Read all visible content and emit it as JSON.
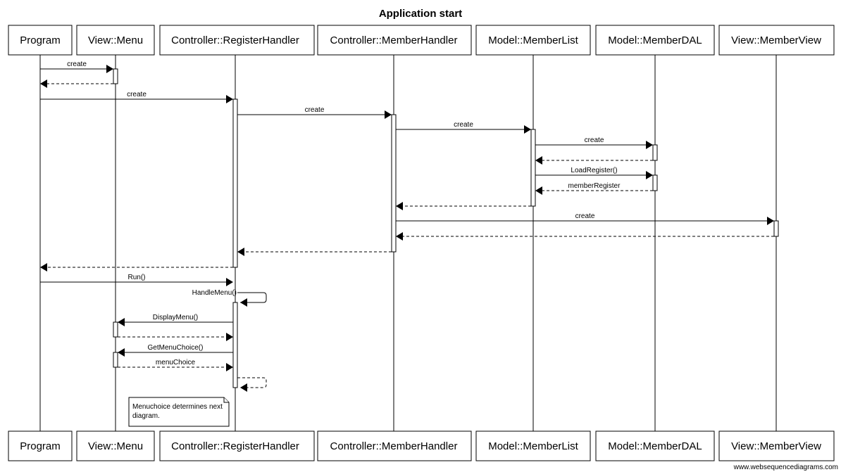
{
  "title": "Application start",
  "footer": "www.websequencediagrams.com",
  "participants": [
    {
      "id": "program",
      "name": "Program"
    },
    {
      "id": "menu",
      "name": "View::Menu"
    },
    {
      "id": "regh",
      "name": "Controller::RegisterHandler"
    },
    {
      "id": "memh",
      "name": "Controller::MemberHandler"
    },
    {
      "id": "mlist",
      "name": "Model::MemberList"
    },
    {
      "id": "mdal",
      "name": "Model::MemberDAL"
    },
    {
      "id": "mview",
      "name": "View::MemberView"
    }
  ],
  "messages": [
    {
      "from": "program",
      "to": "menu",
      "label": "create",
      "kind": "sync"
    },
    {
      "from": "menu",
      "to": "program",
      "label": "",
      "kind": "return"
    },
    {
      "from": "program",
      "to": "regh",
      "label": "create",
      "kind": "sync"
    },
    {
      "from": "regh",
      "to": "memh",
      "label": "create",
      "kind": "sync"
    },
    {
      "from": "memh",
      "to": "mlist",
      "label": "create",
      "kind": "sync"
    },
    {
      "from": "mlist",
      "to": "mdal",
      "label": "create",
      "kind": "sync"
    },
    {
      "from": "mdal",
      "to": "mlist",
      "label": "",
      "kind": "return"
    },
    {
      "from": "mlist",
      "to": "mdal",
      "label": "LoadRegister()",
      "kind": "sync"
    },
    {
      "from": "mdal",
      "to": "mlist",
      "label": "memberRegister",
      "kind": "return"
    },
    {
      "from": "mlist",
      "to": "memh",
      "label": "",
      "kind": "return"
    },
    {
      "from": "memh",
      "to": "mview",
      "label": "create",
      "kind": "sync"
    },
    {
      "from": "mview",
      "to": "memh",
      "label": "",
      "kind": "return"
    },
    {
      "from": "memh",
      "to": "regh",
      "label": "",
      "kind": "return"
    },
    {
      "from": "regh",
      "to": "program",
      "label": "",
      "kind": "return"
    },
    {
      "from": "program",
      "to": "regh",
      "label": "Run()",
      "kind": "sync"
    },
    {
      "from": "regh",
      "to": "regh",
      "label": "HandleMenu()",
      "kind": "self"
    },
    {
      "from": "regh",
      "to": "menu",
      "label": "DisplayMenu()",
      "kind": "sync"
    },
    {
      "from": "menu",
      "to": "regh",
      "label": "",
      "kind": "return"
    },
    {
      "from": "regh",
      "to": "menu",
      "label": "GetMenuChoice()",
      "kind": "sync"
    },
    {
      "from": "menu",
      "to": "regh",
      "label": "menuChoice",
      "kind": "return"
    },
    {
      "from": "regh",
      "to": "regh",
      "label": "",
      "kind": "self-return"
    }
  ],
  "note": {
    "lines": [
      "Menuchoice determines next",
      "diagram."
    ]
  }
}
